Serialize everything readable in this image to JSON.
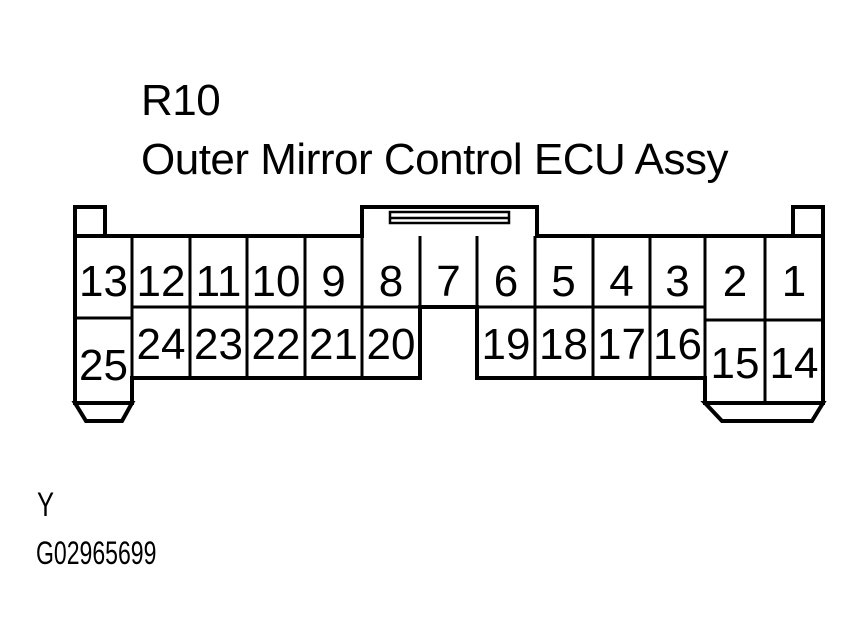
{
  "page": {
    "background_color": "#ffffff",
    "line_color": "#000000"
  },
  "header": {
    "connector_id": "R10",
    "connector_name": "Outer Mirror Control ECU Assy"
  },
  "connector": {
    "pins_top": [
      "13",
      "12",
      "11",
      "10",
      "9",
      "8",
      "7",
      "6",
      "5",
      "4",
      "3",
      "2",
      "1"
    ],
    "pins_bottom": [
      "25",
      "24",
      "23",
      "22",
      "21",
      "20",
      "19",
      "18",
      "17",
      "16",
      "15",
      "14"
    ]
  },
  "footer": {
    "color_code": "Y",
    "figure_number": "G02965699"
  }
}
